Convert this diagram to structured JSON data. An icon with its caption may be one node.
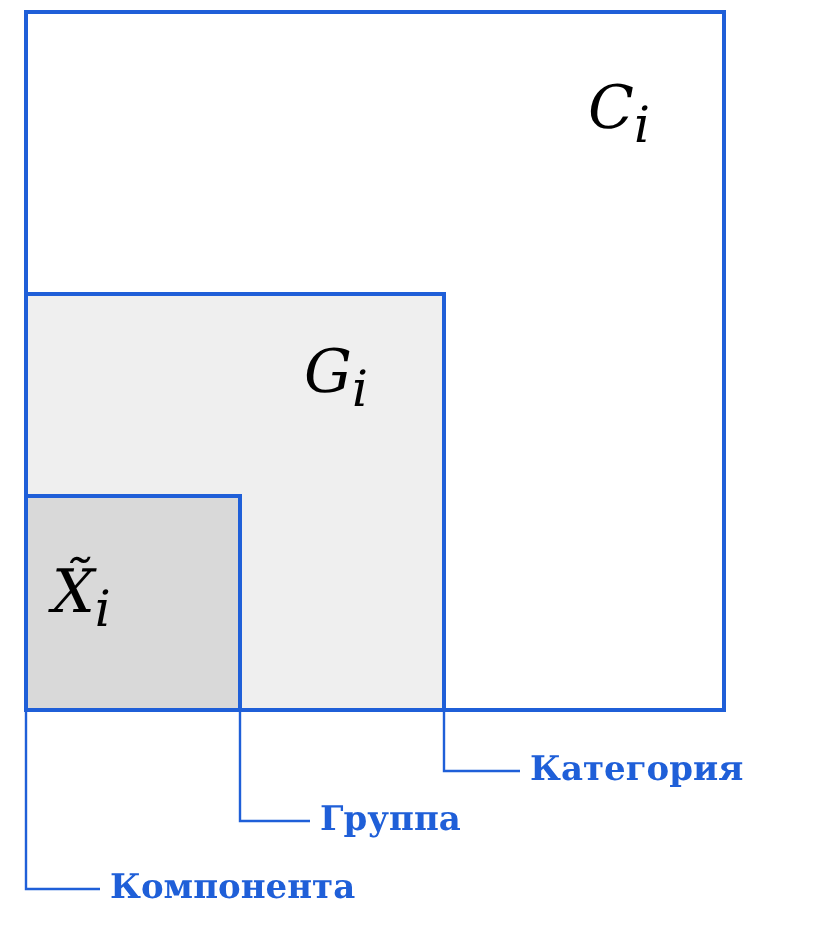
{
  "diagram": {
    "nodes": [
      {
        "text": [
          "C$_{i}$"
        ]
      },
      {
        "text": [
          "G$_{i}$"
        ],
        "in": 0
      },
      {
        "text": [
          "X̃$_{i}$"
        ],
        "in": 1
      },
      {
        "text": [
          "Категория"
        ]
      },
      {
        "text": [
          "Группа"
        ]
      },
      {
        "text": [
          "Компонента"
        ]
      }
    ],
    "edges": [
      {
        "from": 3,
        "to": 0,
        "arrow": "none"
      },
      {
        "from": 4,
        "to": 1,
        "arrow": "none"
      },
      {
        "from": 5,
        "to": 2,
        "arrow": "none"
      }
    ]
  }
}
